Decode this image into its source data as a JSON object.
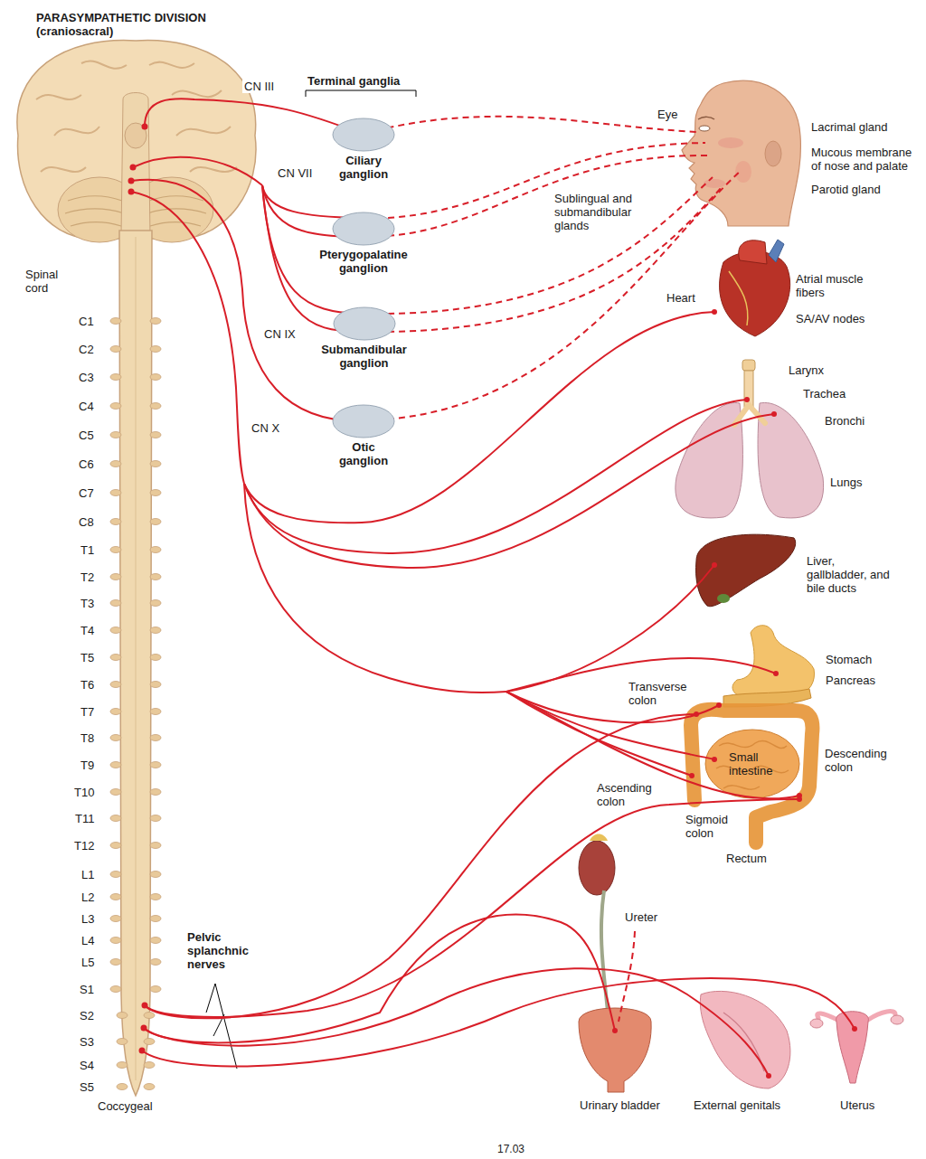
{
  "diagram": {
    "title": "PARASYMPATHETIC DIVISION (craniosacral)",
    "caption": "17.03",
    "nodes": [
      {
        "text": [
          "Ciliary ganglion"
        ]
      },
      {
        "text": [
          "Pterygopalatine ganglion"
        ]
      },
      {
        "text": [
          "Submandibular ganglion"
        ]
      },
      {
        "text": [
          "Otic ganglion"
        ]
      }
    ],
    "labels": [
      "Terminal ganglia",
      "CN III",
      "CN VII",
      "CN IX",
      "CN X",
      "Spinal cord",
      "C1",
      "C2",
      "C3",
      "C4",
      "C5",
      "C6",
      "C7",
      "C8",
      "T1",
      "T2",
      "T3",
      "T4",
      "T5",
      "T6",
      "T7",
      "T8",
      "T9",
      "T10",
      "T11",
      "T12",
      "L1",
      "L2",
      "L3",
      "L4",
      "L5",
      "S1",
      "S2",
      "S3",
      "S4",
      "S5",
      "Coccygeal",
      "Pelvic splanchnic nerves",
      "Eye",
      "Lacrimal gland",
      "Mucous membrane of nose and palate",
      "Parotid gland",
      "Sublingual and submandibular glands",
      "Heart",
      "Atrial muscle fibers",
      "SA/AV nodes",
      "Larynx",
      "Trachea",
      "Bronchi",
      "Lungs",
      "Liver, gallbladder, and bile ducts",
      "Stomach",
      "Pancreas",
      "Transverse colon",
      "Small intestine",
      "Descending colon",
      "Ascending colon",
      "Sigmoid colon",
      "Rectum",
      "Ureter",
      "Urinary bladder",
      "External genitals",
      "Uterus"
    ]
  }
}
